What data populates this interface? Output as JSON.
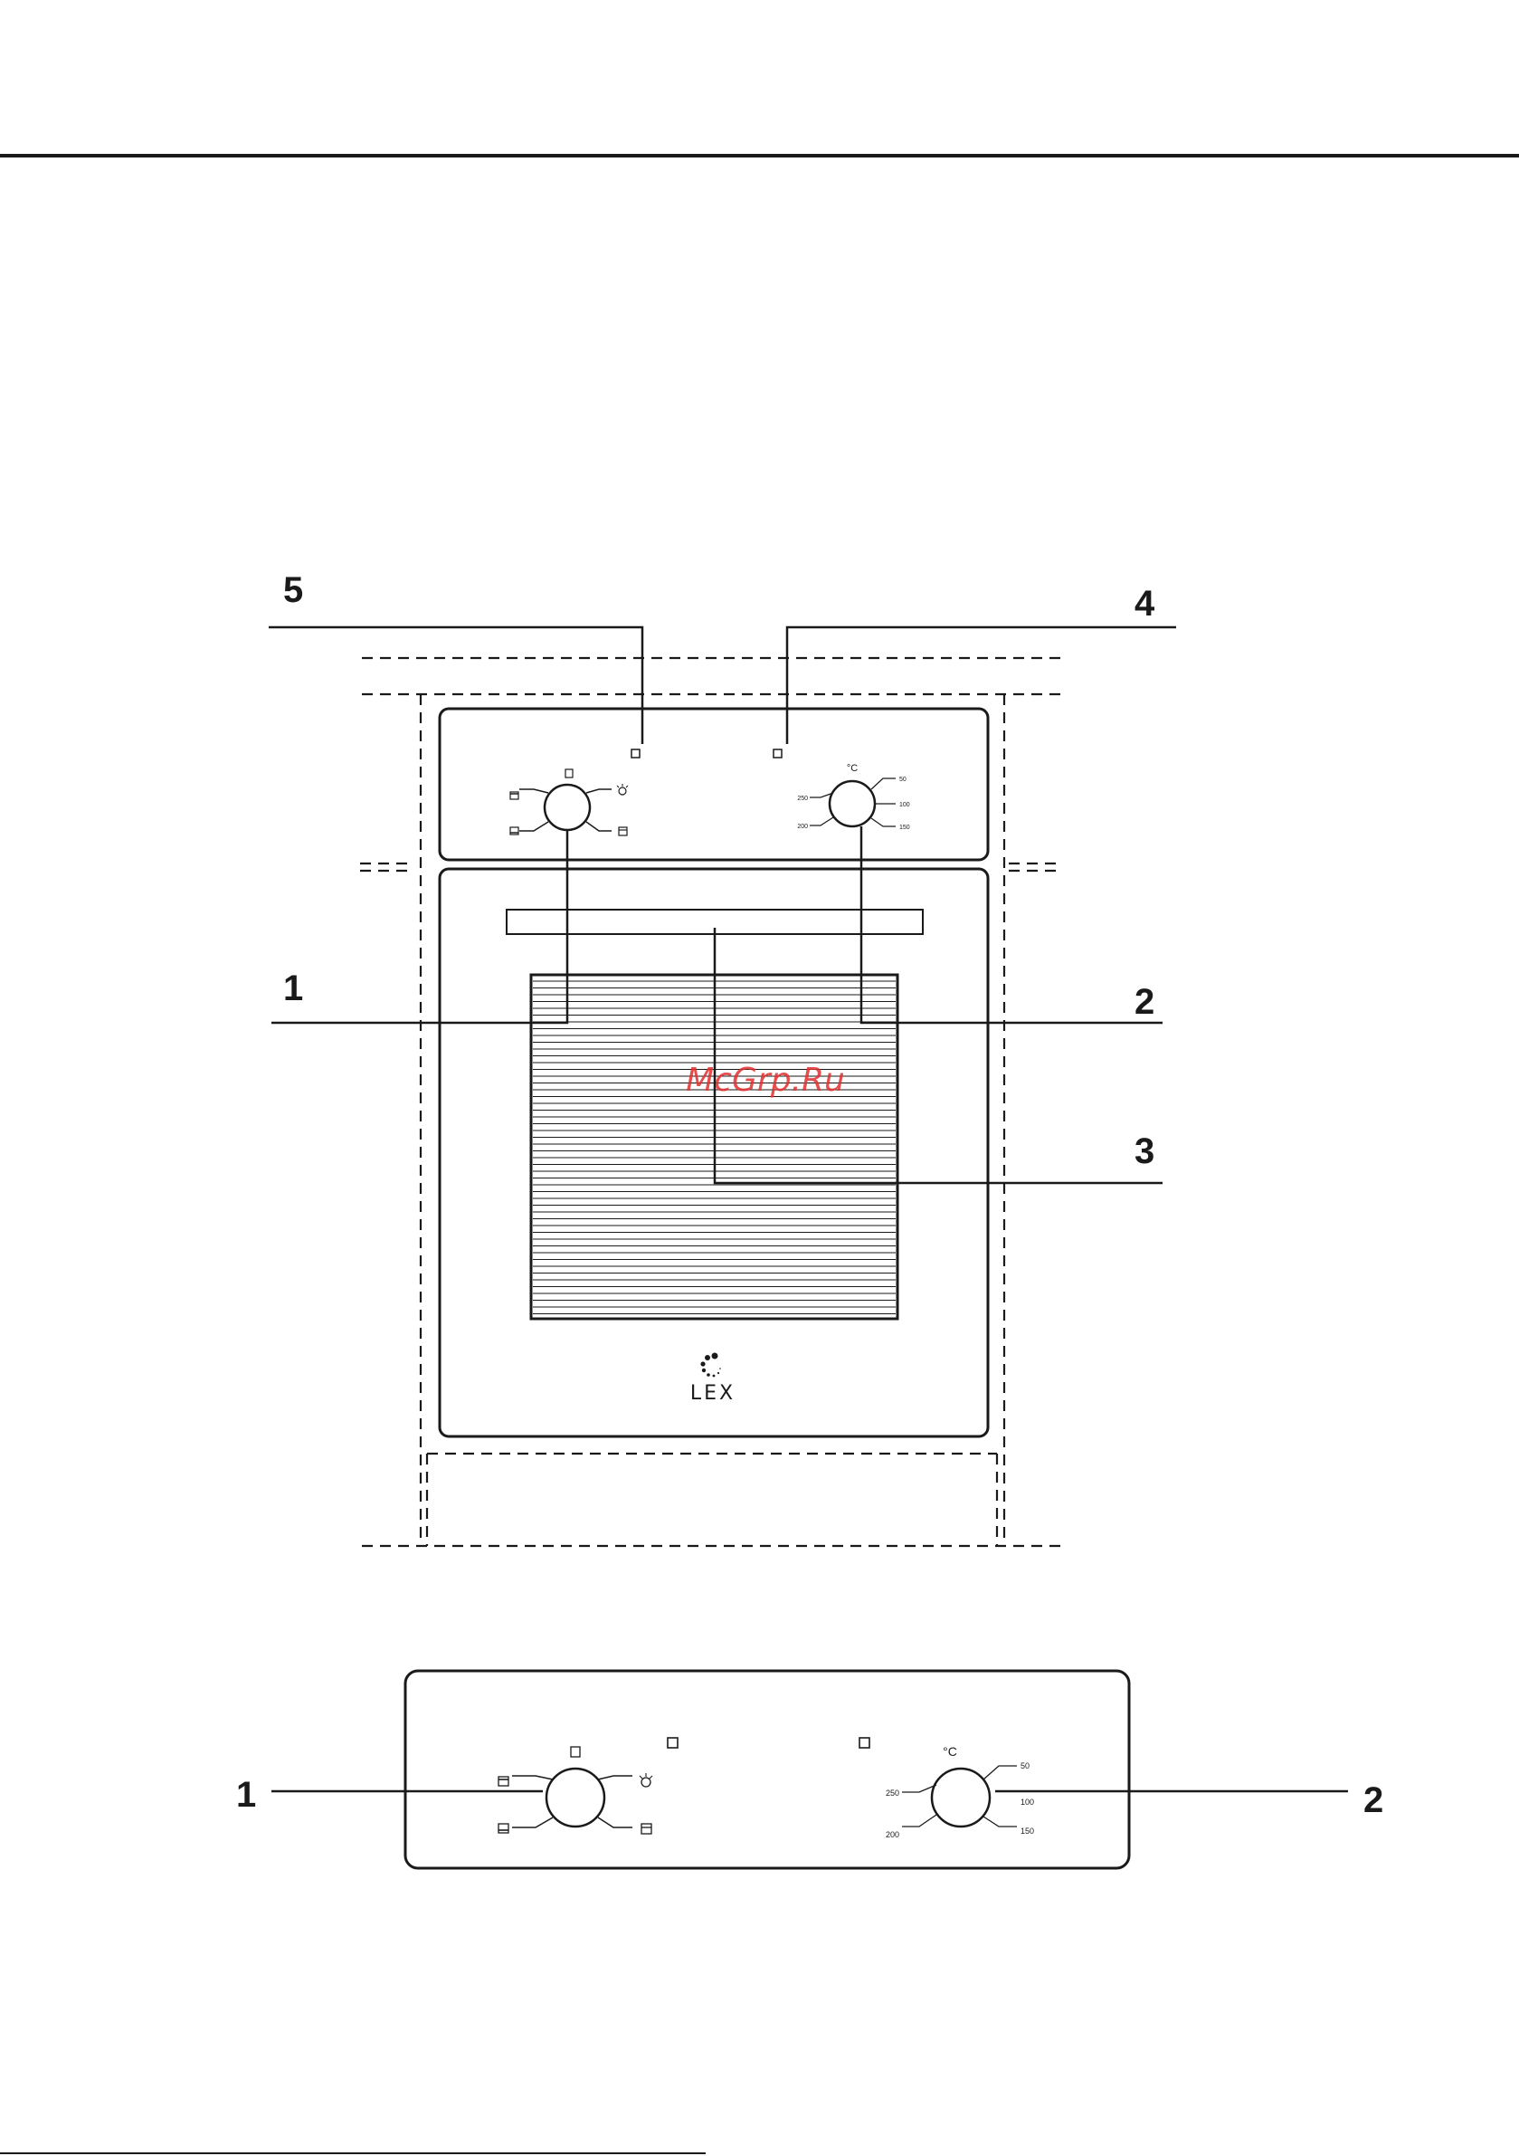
{
  "callouts": {
    "top_left": "5",
    "top_right": "4",
    "mid_left": "1",
    "mid_right": "2",
    "lower_right": "3",
    "panel_left": "1",
    "panel_right": "2"
  },
  "oven_panel": {
    "temperature_unit": "°C",
    "scale_left": [
      "250",
      "200"
    ],
    "scale_right": [
      "50",
      "100",
      "150"
    ]
  },
  "detail_panel": {
    "temperature_unit": "°C",
    "scale_left": [
      "250",
      "200"
    ],
    "scale_right": [
      "50",
      "100",
      "150"
    ]
  },
  "brand": "LEX",
  "watermark": "McGrp.Ru",
  "colors": {
    "ink": "#1a1a1a",
    "watermark": "#e23030"
  },
  "icons": [
    "oven-mode-icon",
    "lamp-icon",
    "top-heat-icon",
    "bottom-heat-icon",
    "grill-icon"
  ]
}
